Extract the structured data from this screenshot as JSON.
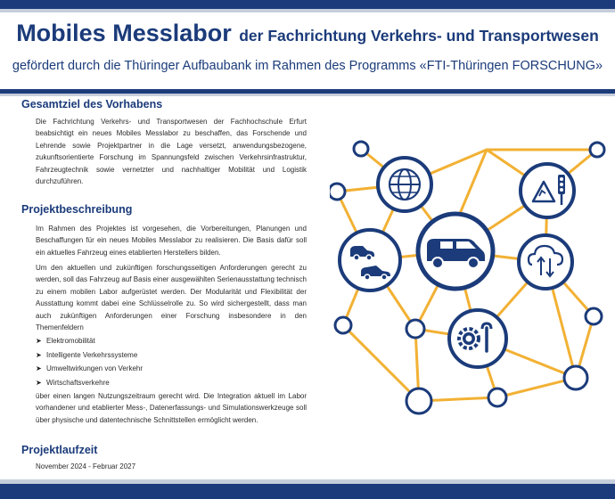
{
  "header": {
    "title_main": "Mobiles Messlabor",
    "title_sub": "der Fachrichtung Verkehrs- und Transportwesen",
    "subtitle": "gefördert durch die Thüringer Aufbaubank im Rahmen des Programms «FTI-Thüringen FORSCHUNG»"
  },
  "sections": {
    "goal": {
      "heading": "Gesamtziel des Vorhabens",
      "text": "Die Fachrichtung Verkehrs- und Transportwesen der Fachhochschule Erfurt beabsichtigt ein neues Mobiles Messlabor zu beschaffen, das Forschende und Lehrende sowie Projektpartner in die Lage versetzt, anwendungsbezogene, zukunftsorientierte Forschung im Spannungsfeld zwischen Verkehrsinfrastruktur, Fahrzeugtechnik sowie vernetzter und nachhaltiger Mobilität und Logistik durchzuführen."
    },
    "description": {
      "heading": "Projektbeschreibung",
      "text1": "Im Rahmen des Projektes ist vorgesehen, die Vorbereitungen, Planungen und Beschaffungen für ein neues Mobiles Messlabor zu realisieren. Die Basis dafür soll ein aktuelles Fahrzeug eines etablierten Herstellers bilden.",
      "text2": "Um den aktuellen und zukünftigen forschungsseitigen Anforderungen gerecht zu werden, soll das Fahrzeug auf Basis einer ausgewählten Serienausstattung technisch zu einem mobilen Labor aufgerüstet werden. Der Modularität und Flexibilität der Ausstattung kommt dabei eine Schlüsselrolle zu. So wird sichergestellt, dass man auch zukünftigen Anforderungen einer Forschung insbesondere in den Themenfeldern",
      "items": [
        "Elektromobilität",
        "Intelligente Verkehrssysteme",
        "Umweltwirkungen von Verkehr",
        "Wirtschaftsverkehre"
      ],
      "text3": "über einen langen Nutzungszeitraum gerecht wird. Die Integration aktuell im Labor vorhandener und etablierter Mess-, Datenerfassungs- und Simulationswerkzeuge soll über physische und datentechnische Schnittstellen ermöglicht werden."
    },
    "duration": {
      "heading": "Projektlaufzeit",
      "text": "November 2024 - Februar 2027"
    }
  },
  "network": {
    "line_color": "#f2b134",
    "node_color": "#1b3b7a",
    "icons": [
      "globe-icon",
      "traffic-sign-icon",
      "van-icon",
      "cloud-transfer-icon",
      "cars-icon",
      "gear-wrench-icon"
    ]
  },
  "colors": {
    "brand_blue": "#1b3b7a",
    "light_band": "#c6cedc",
    "accent_yellow": "#f2b134"
  }
}
